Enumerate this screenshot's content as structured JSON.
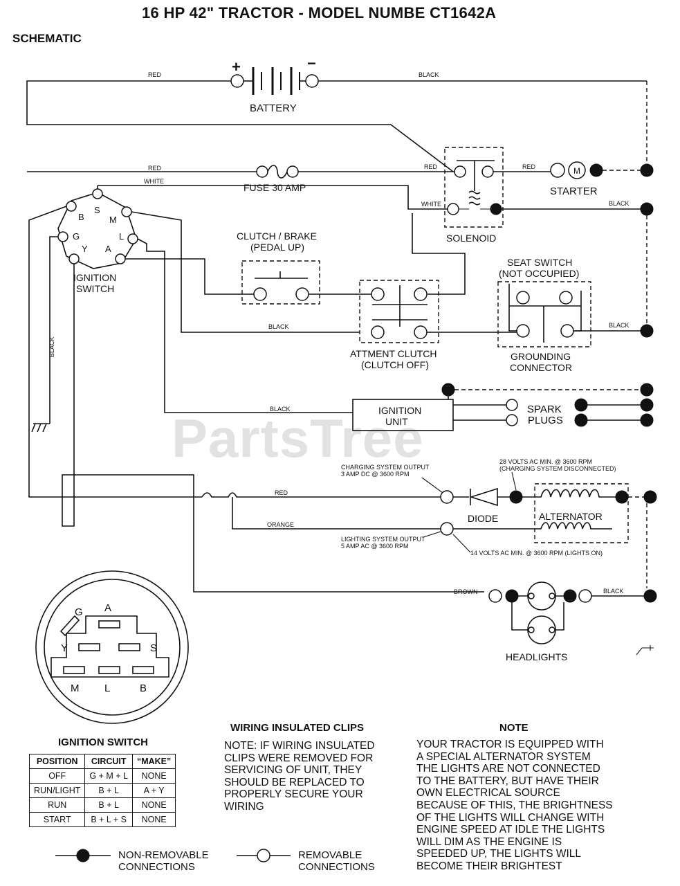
{
  "header": {
    "title": "16 HP 42\" TRACTOR - MODEL NUMBE CT1642A",
    "section": "SCHEMATIC"
  },
  "watermark": "PartsTree",
  "components": {
    "battery": "BATTERY",
    "battery_pos": "+",
    "battery_neg": "−",
    "fuse": "FUSE 30 AMP",
    "starter": "STARTER",
    "starter_m": "M",
    "solenoid": "SOLENOID",
    "clutch_brake": [
      "CLUTCH / BRAKE",
      "(PEDAL UP)"
    ],
    "attachment_clutch": [
      "ATTMENT CLUTCH",
      "(CLUTCH OFF)"
    ],
    "seat_switch": [
      "SEAT SWITCH",
      "(NOT OCCUPIED)"
    ],
    "grounding": [
      "GROUNDING",
      "CONNECTOR"
    ],
    "ignition_unit": [
      "IGNITION",
      "UNIT"
    ],
    "spark_plugs": [
      "SPARK",
      "PLUGS"
    ],
    "ignition_switch": [
      "IGNITION",
      "SWITCH"
    ],
    "diode": "DIODE",
    "alternator": "ALTERNATOR",
    "headlights": "HEADLIGHTS"
  },
  "wire_labels": {
    "red_battery": "RED",
    "black_battery": "BLACK",
    "red_fuse": "RED",
    "white_ign": "WHITE",
    "red_solenoid": "RED",
    "red_starter": "RED",
    "white_solenoid": "WHITE",
    "black_solenoid": "BLACK",
    "black_clutch": "BLACK",
    "black_seat": "BLACK",
    "black_vertical": "BLACK",
    "black_ignition_unit": "BLACK",
    "red_charging": "RED",
    "orange": "ORANGE",
    "brown": "BROWN",
    "black_headlight": "BLACK"
  },
  "annotations": {
    "charging_output": [
      "CHARGING SYSTEM OUTPUT",
      "3 AMP DC @ 3600 RPM"
    ],
    "volts28": [
      "28 VOLTS AC MIN. @ 3600 RPM",
      "(CHARGING SYSTEM DISCONNECTED)"
    ],
    "lighting_output": [
      "LIGHTING SYSTEM OUTPUT",
      "5 AMP AC @ 3600 RPM"
    ],
    "volts14": "14 VOLTS AC MIN. @ 3600 RPM (LIGHTS ON)"
  },
  "terminals": {
    "B": "B",
    "S": "S",
    "M": "M",
    "G": "G",
    "L": "L",
    "Y": "Y",
    "A": "A"
  },
  "switch_face": {
    "G": "G",
    "A": "A",
    "Y": "Y",
    "S": "S",
    "M": "M",
    "L": "L",
    "B": "B"
  },
  "ignition_table": {
    "title": "IGNITION SWITCH",
    "headers": [
      "POSITION",
      "CIRCUIT",
      "“MAKE”"
    ],
    "rows": [
      [
        "OFF",
        "G + M + L",
        "NONE"
      ],
      [
        "RUN/LIGHT",
        "B + L",
        "A + Y"
      ],
      [
        "RUN",
        "B + L",
        "NONE"
      ],
      [
        "START",
        "B + L + S",
        "NONE"
      ]
    ]
  },
  "wiring_clips": {
    "title": "WIRING INSULATED CLIPS",
    "body": "NOTE: IF WIRING INSULATED\nCLIPS WERE REMOVED FOR\nSERVICING OF UNIT, THEY\nSHOULD BE REPLACED TO\nPROPERLY SECURE YOUR\nWIRING"
  },
  "note": {
    "title": "NOTE",
    "body": "YOUR TRACTOR IS EQUIPPED WITH\nA SPECIAL ALTERNATOR SYSTEM\nTHE LIGHTS ARE NOT CONNECTED\nTO  THE BATTERY, BUT HAVE THEIR\nOWN ELECTRICAL SOURCE\nBECAUSE OF THIS, THE BRIGHTNESS\nOF THE LIGHTS WILL CHANGE WITH\nENGINE SPEED   AT IDLE THE LIGHTS\nWILL DIM   AS THE ENGINE IS\nSPEEDED UP, THE LIGHTS WILL\nBECOME THEIR BRIGHTEST"
  },
  "legend": {
    "non_removable": [
      "NON-REMOVABLE",
      "CONNECTIONS"
    ],
    "removable": [
      "REMOVABLE",
      "CONNECTIONS"
    ]
  }
}
